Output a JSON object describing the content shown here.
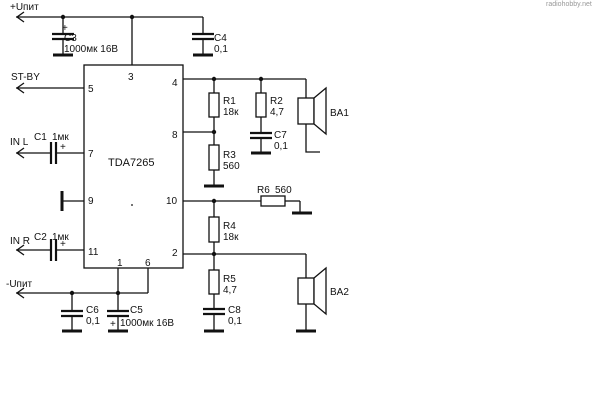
{
  "watermark": "radiohobby.net",
  "rails": {
    "pos_supply": "+Uпит",
    "neg_supply": "-Uпит",
    "standby": "ST-BY",
    "input_left": "IN L",
    "input_right": "IN R"
  },
  "ic": {
    "name": "TDA7265",
    "pins": [
      "3",
      "4",
      "5",
      "8",
      "7",
      "9",
      "10",
      "11",
      "1",
      "6",
      "2"
    ]
  },
  "components": {
    "c3": {
      "ref": "C3",
      "value": "1000мк 16В",
      "polarity": "+"
    },
    "c4": {
      "ref": "C4",
      "value": "0,1"
    },
    "c1": {
      "ref": "C1",
      "value": "1мк",
      "polarity": "+"
    },
    "c2": {
      "ref": "C2",
      "value": "1мк",
      "polarity": "+"
    },
    "r1": {
      "ref": "R1",
      "value": "18к"
    },
    "r2": {
      "ref": "R2",
      "value": "4,7"
    },
    "c7": {
      "ref": "C7",
      "value": "0,1"
    },
    "r3": {
      "ref": "R3",
      "value": "560"
    },
    "r6": {
      "ref": "R6",
      "value": "560"
    },
    "r4": {
      "ref": "R4",
      "value": "18к"
    },
    "r5": {
      "ref": "R5",
      "value": "4,7"
    },
    "c8": {
      "ref": "C8",
      "value": "0,1"
    },
    "c6": {
      "ref": "C6",
      "value": "0,1"
    },
    "c5": {
      "ref": "C5",
      "value": "1000мк 16В",
      "polarity": "+"
    },
    "ba1": {
      "ref": "BA1"
    },
    "ba2": {
      "ref": "BA2"
    }
  }
}
